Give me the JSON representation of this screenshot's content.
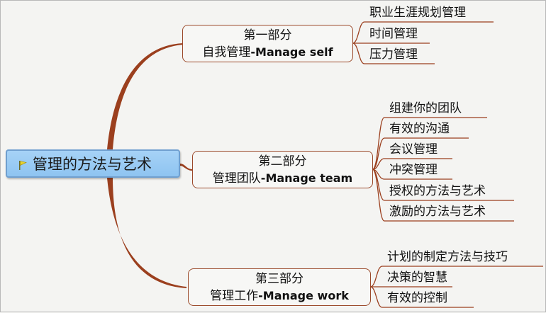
{
  "root": {
    "label": "管理的方法与艺术",
    "icon": "flag-icon"
  },
  "branches": [
    {
      "title": "第一部分",
      "subtitle_cn": "自我管理",
      "subtitle_en": "-Manage self",
      "items": [
        "职业生涯规划管理",
        "时间管理",
        "压力管理"
      ]
    },
    {
      "title": "第二部分",
      "subtitle_cn": "管理团队",
      "subtitle_en": "-Manage team",
      "items": [
        "组建你的团队",
        "有效的沟通",
        "会议管理",
        "冲突管理",
        "授权的方法与艺术",
        "激励的方法与艺术"
      ]
    },
    {
      "title": "第三部分",
      "subtitle_cn": "管理工作",
      "subtitle_en": "-Manage work",
      "items": [
        "计划的制定方法与技巧",
        "决策的智慧",
        "有效的控制"
      ]
    }
  ],
  "colors": {
    "connector": "#9b3f1e",
    "root_fill": "#9ccbf3",
    "root_border": "#6f9fcf",
    "background": "#f4f4f2"
  }
}
